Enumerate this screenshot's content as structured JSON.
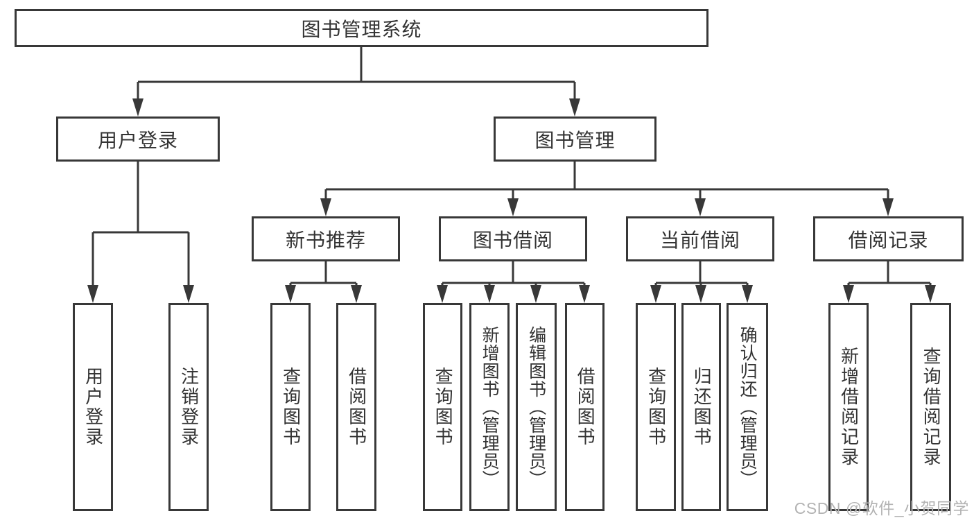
{
  "diagram": {
    "title": "图书管理系统"
  },
  "nodes": [
    {
      "id": "node-root",
      "label": "图书管理系统",
      "level": 1
    },
    {
      "id": "node-user-login",
      "label": "用户登录",
      "level": 2
    },
    {
      "id": "node-book-mgmt",
      "label": "图书管理",
      "level": 2
    },
    {
      "id": "node-new-books",
      "label": "新书推荐",
      "level": 3
    },
    {
      "id": "node-book-borrow",
      "label": "图书借阅",
      "level": 3
    },
    {
      "id": "node-current-borrow",
      "label": "当前借阅",
      "level": 3
    },
    {
      "id": "node-borrow-records",
      "label": "借阅记录",
      "level": 3
    },
    {
      "id": "leaf-user-login",
      "label": "用户登录",
      "level": 4
    },
    {
      "id": "leaf-logout",
      "label": "注销登录",
      "level": 4
    },
    {
      "id": "leaf-query-books-1",
      "label": "查询图书",
      "level": 4
    },
    {
      "id": "leaf-borrow-books-1",
      "label": "借阅图书",
      "level": 4
    },
    {
      "id": "leaf-query-books-2",
      "label": "查询图书",
      "level": 4
    },
    {
      "id": "leaf-add-books",
      "label": "新增图书（管理员）",
      "level": 4
    },
    {
      "id": "leaf-edit-books",
      "label": "编辑图书（管理员）",
      "level": 4
    },
    {
      "id": "leaf-borrow-books-2",
      "label": "借阅图书",
      "level": 4
    },
    {
      "id": "leaf-query-books-3",
      "label": "查询图书",
      "level": 4
    },
    {
      "id": "leaf-return-books",
      "label": "归还图书",
      "level": 4
    },
    {
      "id": "leaf-confirm-return",
      "label": "确认归还（管理员）",
      "level": 4
    },
    {
      "id": "leaf-add-record",
      "label": "新增借阅记录",
      "level": 4
    },
    {
      "id": "leaf-query-record",
      "label": "查询借阅记录",
      "level": 4
    }
  ],
  "edges": [
    {
      "from": "node-root",
      "to": "node-user-login"
    },
    {
      "from": "node-root",
      "to": "node-book-mgmt"
    },
    {
      "from": "node-user-login",
      "to": "leaf-user-login"
    },
    {
      "from": "node-user-login",
      "to": "leaf-logout"
    },
    {
      "from": "node-book-mgmt",
      "to": "node-new-books"
    },
    {
      "from": "node-book-mgmt",
      "to": "node-book-borrow"
    },
    {
      "from": "node-book-mgmt",
      "to": "node-current-borrow"
    },
    {
      "from": "node-book-mgmt",
      "to": "node-borrow-records"
    },
    {
      "from": "node-new-books",
      "to": "leaf-query-books-1"
    },
    {
      "from": "node-new-books",
      "to": "leaf-borrow-books-1"
    },
    {
      "from": "node-book-borrow",
      "to": "leaf-query-books-2"
    },
    {
      "from": "node-book-borrow",
      "to": "leaf-add-books"
    },
    {
      "from": "node-book-borrow",
      "to": "leaf-edit-books"
    },
    {
      "from": "node-book-borrow",
      "to": "leaf-borrow-books-2"
    },
    {
      "from": "node-current-borrow",
      "to": "leaf-query-books-3"
    },
    {
      "from": "node-current-borrow",
      "to": "leaf-return-books"
    },
    {
      "from": "node-current-borrow",
      "to": "leaf-confirm-return"
    },
    {
      "from": "node-borrow-records",
      "to": "leaf-add-record"
    },
    {
      "from": "node-borrow-records",
      "to": "leaf-query-record"
    }
  ],
  "watermark": {
    "text": "CSDN @软件_小贺同学"
  },
  "colors": {
    "line": "#383838",
    "text": "#333333",
    "background": "#ffffff",
    "watermark": "#b3b3b3"
  }
}
